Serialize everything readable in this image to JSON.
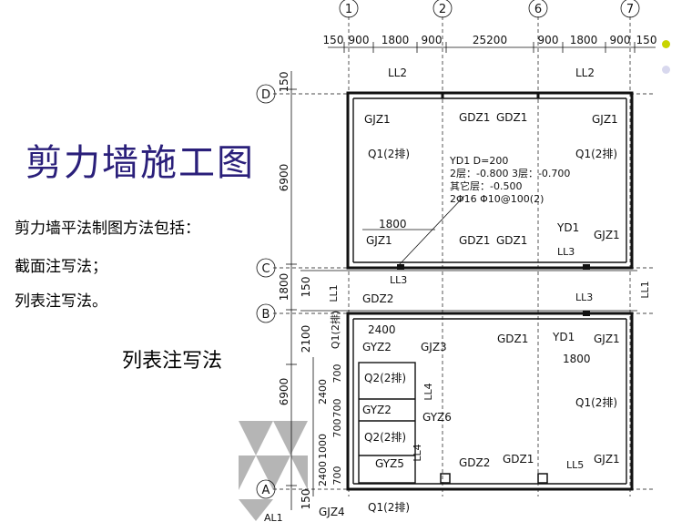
{
  "slide": {
    "title": "剪力墙施工图",
    "lines": [
      "剪力墙平法制图方法包括：",
      "截面注写法；",
      "列表注写法。"
    ],
    "caption": "列表注写法",
    "bullet_colors": [
      "#c8d400",
      "#d8d8ee"
    ],
    "title_color": "#2a1f7a"
  },
  "drawing": {
    "col_axes": [
      "1",
      "2",
      "6",
      "7"
    ],
    "row_axes": [
      "D",
      "C",
      "B",
      "A"
    ],
    "top_dims": [
      "150",
      "900",
      "1800",
      "900",
      "25200",
      "900",
      "1800",
      "900",
      "150"
    ],
    "left_dims": [
      "150",
      "6900",
      "1800",
      "150",
      "2100",
      "6900",
      "150"
    ],
    "inner_dims": [
      "700",
      "2400",
      "700",
      "700",
      "1000",
      "2400",
      "700"
    ],
    "labels": {
      "ll2a": "LL2",
      "ll2b": "LL2",
      "gjz1_d1": "GJZ1",
      "gdz1_d2a": "GDZ1",
      "gdz1_d2b": "GDZ1",
      "gjz1_d7": "GJZ1",
      "q1_left": "Q1(2排)",
      "q1_right": "Q1(2排)",
      "yd1_note": [
        "YD1  D=200",
        "2层：-0.800 3层：-0.700",
        "其它层：-0.500",
        "2Φ16 Φ10@100(2)"
      ],
      "dim_1800a": "1800",
      "gjz1_c1": "GJZ1",
      "gdz1_c2a": "GDZ1",
      "gdz1_c2b": "GDZ1",
      "yd1_c": "YD1",
      "ll3_c": "LL3",
      "gjz1_c7": "GJZ1",
      "ll3_c2": "LL3",
      "ll1_left": "LL1",
      "ll1_right": "LL1",
      "gdz2_b": "GDZ2",
      "q1_b": "Q1(2排)",
      "ll3_b": "LL3",
      "gdz1_b": "GDZ1",
      "yd1_b": "YD1",
      "gjz1_b": "GJZ1",
      "dim_2400": "2400",
      "gyz2a": "GYZ2",
      "gjz3": "GJZ3",
      "q2a": "Q2(2排)",
      "ll4a": "LL4",
      "gyz2b": "GYZ2",
      "gyz6": "GYZ6",
      "dim_1800b": "1800",
      "q1_br": "Q1(2排)",
      "q2b": "Q2(2排)",
      "ll4b": "LL4",
      "gyz5": "GYZ5",
      "gdz2_a": "GDZ2",
      "gdz1_a": "GDZ1",
      "ll5": "LL5",
      "gjz1_a": "GJZ1",
      "gjz4": "GJZ4",
      "q1_a": "Q1(2排)",
      "al1": "AL1"
    }
  }
}
